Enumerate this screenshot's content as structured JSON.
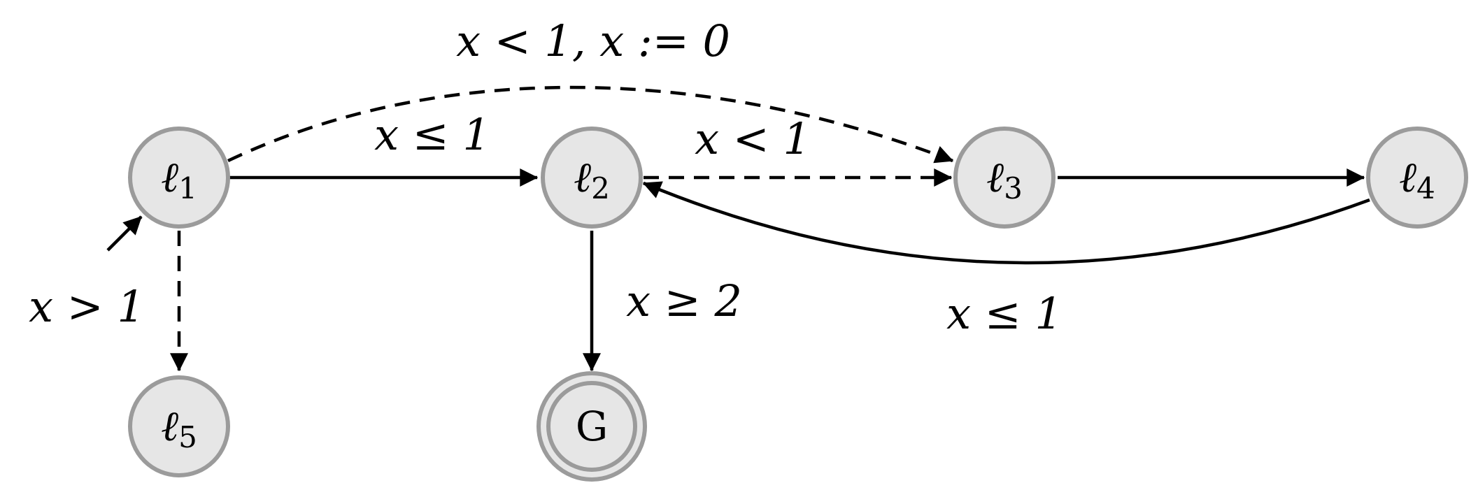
{
  "nodes": {
    "l1": {
      "symbol": "ℓ",
      "sub": "1"
    },
    "l2": {
      "symbol": "ℓ",
      "sub": "2"
    },
    "l3": {
      "symbol": "ℓ",
      "sub": "3"
    },
    "l4": {
      "symbol": "ℓ",
      "sub": "4"
    },
    "l5": {
      "symbol": "ℓ",
      "sub": "5"
    },
    "goal": {
      "label": "G",
      "accepting": true
    }
  },
  "edges": {
    "l1_l3": {
      "label": "x < 1, x := 0",
      "style": "dashed"
    },
    "l1_l2": {
      "label": "x ≤ 1",
      "style": "solid"
    },
    "l2_l3": {
      "label": "x < 1",
      "style": "dashed"
    },
    "l3_l4": {
      "label": "",
      "style": "solid"
    },
    "l4_l2": {
      "label": "x ≤ 1",
      "style": "solid"
    },
    "l2_goal": {
      "label": "x ≥ 2",
      "style": "solid"
    },
    "l1_l5": {
      "label": "x > 1",
      "style": "dashed"
    },
    "initial": {
      "label": "",
      "style": "solid"
    }
  },
  "colors": {
    "node_fill": "#e6e6e6",
    "node_stroke": "#9b9b9b",
    "edge": "#000000"
  }
}
